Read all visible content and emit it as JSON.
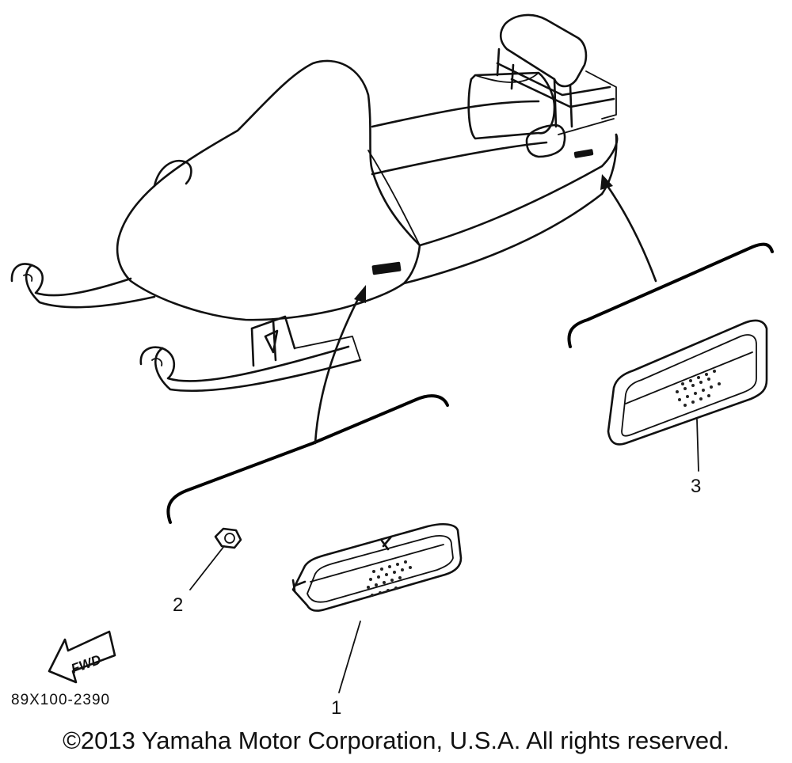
{
  "callouts": [
    "1",
    "2",
    "3"
  ],
  "fwd_label": "FWD",
  "ref_code": "89X100-2390",
  "copyright": "©2013 Yamaha Motor Corporation, U.S.A. All rights reserved."
}
